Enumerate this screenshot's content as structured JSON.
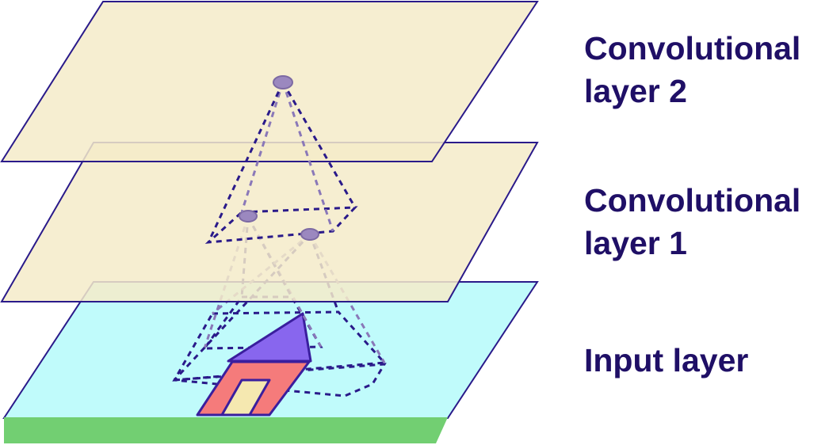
{
  "labels": {
    "conv2_line1": "Convolutional",
    "conv2_line2": "layer 2",
    "conv1_line1": "Convolutional",
    "conv1_line2": "layer 1",
    "input": "Input layer"
  },
  "colors": {
    "conv_layer_fill": "#f5ebc9",
    "input_layer_fill": "#c0fbfb",
    "ground": "#72cf72",
    "plane_outline": "#2a1a8a",
    "label_text": "#1f0f66",
    "neuron": "#9b88bf",
    "house_roof": "#8866ee",
    "house_wall": "#f57b7b",
    "house_door": "#f5e8b0"
  }
}
